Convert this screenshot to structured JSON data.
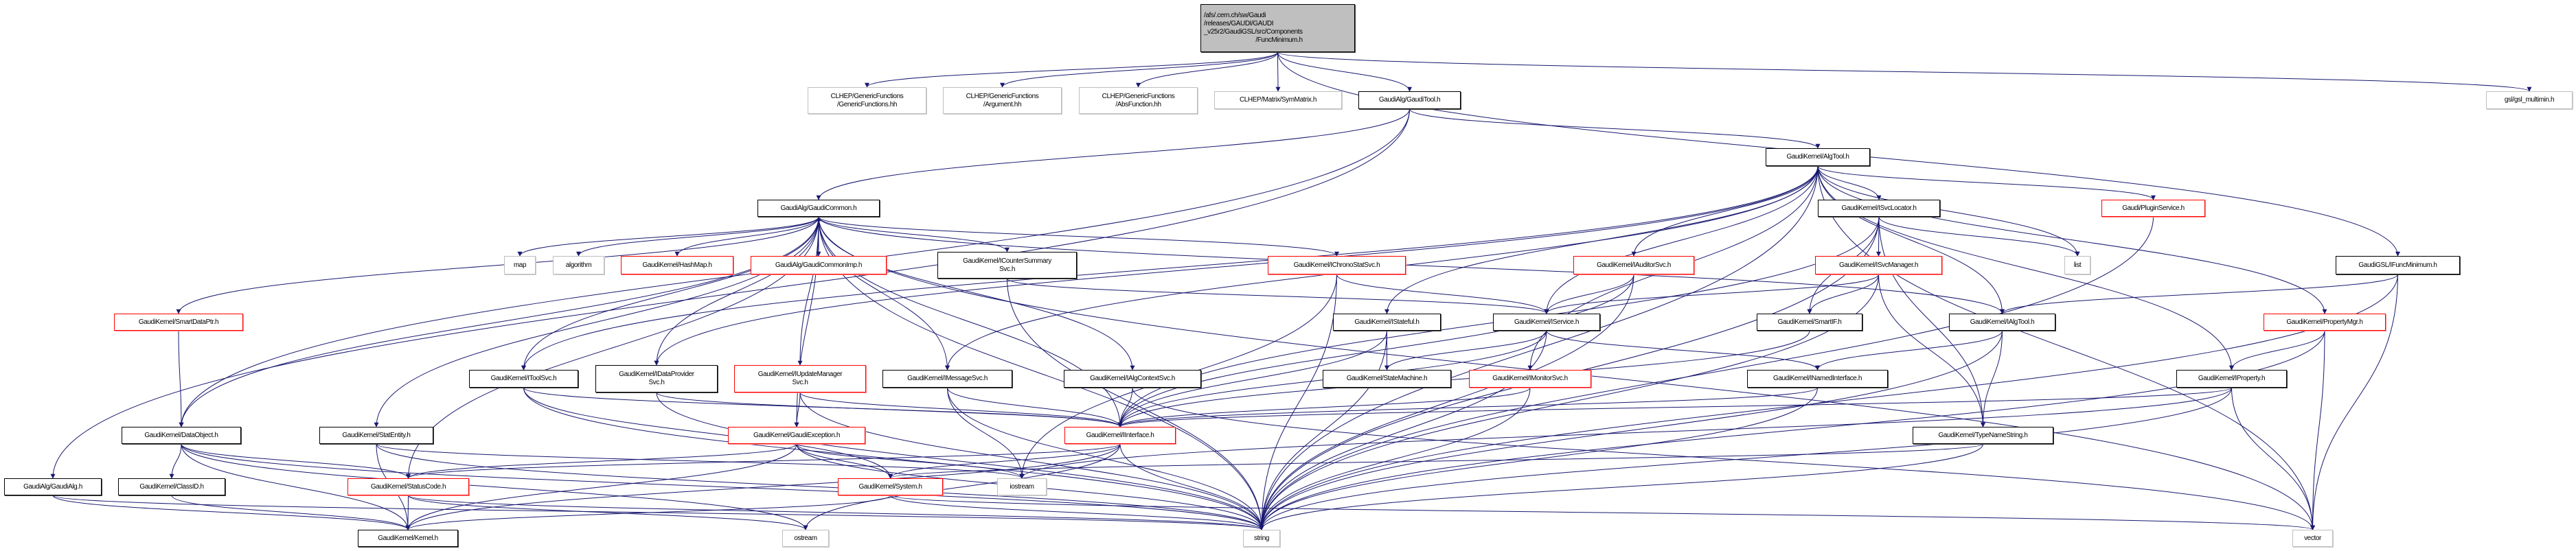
{
  "graph": {
    "edge_color": "#191970",
    "nodes": [
      {
        "id": "root",
        "style": "root",
        "lines": [
          "/afs/.cern.ch/sw/Gaudi",
          "/releases/GAUDI/GAUDI",
          "_v25r2/GaudiGSL/src/Components",
          "/FuncMinimum.h"
        ]
      },
      {
        "id": "gen",
        "style": "external",
        "lines": [
          "CLHEP/GenericFunctions",
          "/GenericFunctions.hh"
        ]
      },
      {
        "id": "arg",
        "style": "external",
        "lines": [
          "CLHEP/GenericFunctions",
          "/Argument.hh"
        ]
      },
      {
        "id": "abs",
        "style": "external",
        "lines": [
          "CLHEP/GenericFunctions",
          "/AbsFunction.hh"
        ]
      },
      {
        "id": "sym",
        "style": "external",
        "lines": [
          "CLHEP/Matrix/SymMatrix.h"
        ]
      },
      {
        "id": "gtool",
        "style": "documented",
        "lines": [
          "GaudiAlg/GaudiTool.h"
        ]
      },
      {
        "id": "gsl",
        "style": "external",
        "lines": [
          "gsl/gsl_multimin.h"
        ]
      },
      {
        "id": "algtool",
        "style": "documented",
        "lines": [
          "GaudiKernel/AlgTool.h"
        ]
      },
      {
        "id": "gcommon",
        "style": "documented",
        "lines": [
          "GaudiAlg/GaudiCommon.h"
        ]
      },
      {
        "id": "isvcloc",
        "style": "documented",
        "lines": [
          "GaudiKernel/ISvcLocator.h"
        ]
      },
      {
        "id": "plugin",
        "style": "red",
        "lines": [
          "Gaudi/PluginService.h"
        ]
      },
      {
        "id": "map",
        "style": "external",
        "lines": [
          "map"
        ]
      },
      {
        "id": "algorithm",
        "style": "external",
        "lines": [
          "algorithm"
        ]
      },
      {
        "id": "hashmap",
        "style": "red",
        "lines": [
          "GaudiKernel/HashMap.h"
        ]
      },
      {
        "id": "gcimp",
        "style": "red",
        "lines": [
          "GaudiAlg/GaudiCommonImp.h"
        ]
      },
      {
        "id": "icounter",
        "style": "documented",
        "lines": [
          "GaudiKernel/ICounterSummary",
          "Svc.h"
        ]
      },
      {
        "id": "ichrono",
        "style": "red",
        "lines": [
          "GaudiKernel/IChronoStatSvc.h"
        ]
      },
      {
        "id": "iauditor",
        "style": "red",
        "lines": [
          "GaudiKernel/IAuditorSvc.h"
        ]
      },
      {
        "id": "isvcmgr",
        "style": "red",
        "lines": [
          "GaudiKernel/ISvcManager.h"
        ]
      },
      {
        "id": "list",
        "style": "external",
        "lines": [
          "list"
        ]
      },
      {
        "id": "ifunc",
        "style": "documented",
        "lines": [
          "GaudiGSL/IFuncMinimum.h"
        ]
      },
      {
        "id": "smartdataptr",
        "style": "red",
        "lines": [
          "GaudiKernel/SmartDataPtr.h"
        ]
      },
      {
        "id": "istateful",
        "style": "documented",
        "lines": [
          "GaudiKernel/IStateful.h"
        ]
      },
      {
        "id": "iservice",
        "style": "documented",
        "lines": [
          "GaudiKernel/IService.h"
        ]
      },
      {
        "id": "smartif",
        "style": "documented",
        "lines": [
          "GaudiKernel/SmartIF.h"
        ]
      },
      {
        "id": "ialgtool",
        "style": "documented",
        "lines": [
          "GaudiKernel/IAlgTool.h"
        ]
      },
      {
        "id": "propmgr",
        "style": "red",
        "lines": [
          "GaudiKernel/PropertyMgr.h"
        ]
      },
      {
        "id": "itoolsvc",
        "style": "documented",
        "lines": [
          "GaudiKernel/IToolSvc.h"
        ]
      },
      {
        "id": "idataprov",
        "style": "documented",
        "lines": [
          "GaudiKernel/IDataProvider",
          "Svc.h"
        ]
      },
      {
        "id": "iupdate",
        "style": "red",
        "lines": [
          "GaudiKernel/IUpdateManager",
          "Svc.h"
        ]
      },
      {
        "id": "imessage",
        "style": "documented",
        "lines": [
          "GaudiKernel/IMessageSvc.h"
        ]
      },
      {
        "id": "ialgctx",
        "style": "documented",
        "lines": [
          "GaudiKernel/IAlgContextSvc.h"
        ]
      },
      {
        "id": "statemachine",
        "style": "documented",
        "lines": [
          "GaudiKernel/StateMachine.h"
        ]
      },
      {
        "id": "imonitor",
        "style": "red",
        "lines": [
          "GaudiKernel/IMonitorSvc.h"
        ]
      },
      {
        "id": "inamed",
        "style": "documented",
        "lines": [
          "GaudiKernel/INamedInterface.h"
        ]
      },
      {
        "id": "iproperty",
        "style": "documented",
        "lines": [
          "GaudiKernel/IProperty.h"
        ]
      },
      {
        "id": "dataobject",
        "style": "documented",
        "lines": [
          "GaudiKernel/DataObject.h"
        ]
      },
      {
        "id": "statentity",
        "style": "documented",
        "lines": [
          "GaudiKernel/StatEntity.h"
        ]
      },
      {
        "id": "gexception",
        "style": "red",
        "lines": [
          "GaudiKernel/GaudiException.h"
        ]
      },
      {
        "id": "iinterface",
        "style": "red",
        "lines": [
          "GaudiKernel/IInterface.h"
        ]
      },
      {
        "id": "typename",
        "style": "documented",
        "lines": [
          "GaudiKernel/TypeNameString.h"
        ]
      },
      {
        "id": "gaudialg",
        "style": "documented",
        "lines": [
          "GaudiAlg/GaudiAlg.h"
        ]
      },
      {
        "id": "classid",
        "style": "documented",
        "lines": [
          "GaudiKernel/ClassID.h"
        ]
      },
      {
        "id": "statuscode",
        "style": "red",
        "lines": [
          "GaudiKernel/StatusCode.h"
        ]
      },
      {
        "id": "system",
        "style": "red",
        "lines": [
          "GaudiKernel/System.h"
        ]
      },
      {
        "id": "iostream",
        "style": "external",
        "lines": [
          "iostream"
        ]
      },
      {
        "id": "kernel",
        "style": "documented",
        "lines": [
          "GaudiKernel/Kernel.h"
        ]
      },
      {
        "id": "ostream",
        "style": "external",
        "lines": [
          "ostream"
        ]
      },
      {
        "id": "string",
        "style": "external",
        "lines": [
          "string"
        ]
      },
      {
        "id": "vector",
        "style": "external",
        "lines": [
          "vector"
        ]
      }
    ],
    "edges": [
      [
        "root",
        "gen"
      ],
      [
        "root",
        "arg"
      ],
      [
        "root",
        "abs"
      ],
      [
        "root",
        "sym"
      ],
      [
        "root",
        "gtool"
      ],
      [
        "root",
        "ifunc"
      ],
      [
        "root",
        "gsl"
      ],
      [
        "gtool",
        "gcommon"
      ],
      [
        "gtool",
        "algtool"
      ],
      [
        "gtool",
        "gaudialg"
      ],
      [
        "gtool",
        "dataobject"
      ],
      [
        "algtool",
        "ialgtool"
      ],
      [
        "algtool",
        "iservice"
      ],
      [
        "algtool",
        "isvcloc"
      ],
      [
        "algtool",
        "imessage"
      ],
      [
        "algtool",
        "itoolsvc"
      ],
      [
        "algtool",
        "istateful"
      ],
      [
        "algtool",
        "imonitor"
      ],
      [
        "algtool",
        "iauditor"
      ],
      [
        "algtool",
        "plugin"
      ],
      [
        "algtool",
        "iproperty"
      ],
      [
        "algtool",
        "propmgr"
      ],
      [
        "algtool",
        "list"
      ],
      [
        "algtool",
        "string"
      ],
      [
        "algtool",
        "vector"
      ],
      [
        "algtool",
        "idataprov"
      ],
      [
        "gcommon",
        "map"
      ],
      [
        "gcommon",
        "algorithm"
      ],
      [
        "gcommon",
        "hashmap"
      ],
      [
        "gcommon",
        "gcimp"
      ],
      [
        "gcommon",
        "icounter"
      ],
      [
        "gcommon",
        "ichrono"
      ],
      [
        "gcommon",
        "smartdataptr"
      ],
      [
        "gcommon",
        "dataobject"
      ],
      [
        "gcommon",
        "statentity"
      ],
      [
        "gcommon",
        "statuscode"
      ],
      [
        "gcommon",
        "itoolsvc"
      ],
      [
        "gcommon",
        "idataprov"
      ],
      [
        "gcommon",
        "iupdate"
      ],
      [
        "gcommon",
        "imessage"
      ],
      [
        "gcommon",
        "ialgctx"
      ],
      [
        "gcommon",
        "gexception"
      ],
      [
        "gcommon",
        "iinterface"
      ],
      [
        "gcommon",
        "string"
      ],
      [
        "gcommon",
        "vector"
      ],
      [
        "gcommon",
        "ialgtool"
      ],
      [
        "gcimp",
        "gcommon"
      ],
      [
        "icounter",
        "iservice"
      ],
      [
        "icounter",
        "string"
      ],
      [
        "ichrono",
        "iservice"
      ],
      [
        "ichrono",
        "string"
      ],
      [
        "ichrono",
        "iostream"
      ],
      [
        "iauditor",
        "iservice"
      ],
      [
        "iauditor",
        "iinterface"
      ],
      [
        "iauditor",
        "string"
      ],
      [
        "isvcloc",
        "isvcmgr"
      ],
      [
        "isvcloc",
        "smartif"
      ],
      [
        "isvcloc",
        "list"
      ],
      [
        "isvcloc",
        "string"
      ],
      [
        "isvcloc",
        "iinterface"
      ],
      [
        "isvcloc",
        "typename"
      ],
      [
        "isvcmgr",
        "iservice"
      ],
      [
        "isvcmgr",
        "smartif"
      ],
      [
        "isvcmgr",
        "typename"
      ],
      [
        "isvcmgr",
        "string"
      ],
      [
        "plugin",
        "string"
      ],
      [
        "ifunc",
        "ialgtool"
      ],
      [
        "ifunc",
        "vector"
      ],
      [
        "ifunc",
        "string"
      ],
      [
        "smartdataptr",
        "dataobject"
      ],
      [
        "dataobject",
        "classid"
      ],
      [
        "dataobject",
        "statuscode"
      ],
      [
        "dataobject",
        "kernel"
      ],
      [
        "dataobject",
        "ostream"
      ],
      [
        "dataobject",
        "string"
      ],
      [
        "statentity",
        "kernel"
      ],
      [
        "statentity",
        "iostream"
      ],
      [
        "statentity",
        "string"
      ],
      [
        "classid",
        "kernel"
      ],
      [
        "gaudialg",
        "kernel"
      ],
      [
        "gaudialg",
        "string"
      ],
      [
        "statuscode",
        "kernel"
      ],
      [
        "statuscode",
        "string"
      ],
      [
        "statuscode",
        "ostream"
      ],
      [
        "itoolsvc",
        "iinterface"
      ],
      [
        "itoolsvc",
        "string"
      ],
      [
        "itoolsvc",
        "system"
      ],
      [
        "idataprov",
        "iinterface"
      ],
      [
        "idataprov",
        "string"
      ],
      [
        "iupdate",
        "iinterface"
      ],
      [
        "iupdate",
        "string"
      ],
      [
        "iupdate",
        "gexception"
      ],
      [
        "imessage",
        "iinterface"
      ],
      [
        "imessage",
        "string"
      ],
      [
        "imessage",
        "iostream"
      ],
      [
        "ialgctx",
        "iinterface"
      ],
      [
        "ialgctx",
        "vector"
      ],
      [
        "gexception",
        "statuscode"
      ],
      [
        "gexception",
        "kernel"
      ],
      [
        "gexception",
        "system"
      ],
      [
        "gexception",
        "string"
      ],
      [
        "gexception",
        "iostream"
      ],
      [
        "iinterface",
        "system"
      ],
      [
        "iinterface",
        "kernel"
      ],
      [
        "iinterface",
        "ostream"
      ],
      [
        "iinterface",
        "string"
      ],
      [
        "iinterface",
        "statuscode"
      ],
      [
        "system",
        "kernel"
      ],
      [
        "system",
        "string"
      ],
      [
        "system",
        "vector"
      ],
      [
        "istateful",
        "statemachine"
      ],
      [
        "istateful",
        "iinterface"
      ],
      [
        "istateful",
        "string"
      ],
      [
        "iservice",
        "statemachine"
      ],
      [
        "iservice",
        "inamed"
      ],
      [
        "iservice",
        "iinterface"
      ],
      [
        "iservice",
        "string"
      ],
      [
        "imonitor",
        "iinterface"
      ],
      [
        "imonitor",
        "string"
      ],
      [
        "smartif",
        "iinterface"
      ],
      [
        "inamed",
        "iinterface"
      ],
      [
        "inamed",
        "string"
      ],
      [
        "ialgtool",
        "inamed"
      ],
      [
        "ialgtool",
        "typename"
      ],
      [
        "ialgtool",
        "string"
      ],
      [
        "propmgr",
        "iproperty"
      ],
      [
        "propmgr",
        "vector"
      ],
      [
        "propmgr",
        "string"
      ],
      [
        "iproperty",
        "iinterface"
      ],
      [
        "iproperty",
        "string"
      ],
      [
        "iproperty",
        "vector"
      ],
      [
        "iproperty",
        "iostream"
      ],
      [
        "typename",
        "string"
      ],
      [
        "typename",
        "system"
      ]
    ]
  }
}
